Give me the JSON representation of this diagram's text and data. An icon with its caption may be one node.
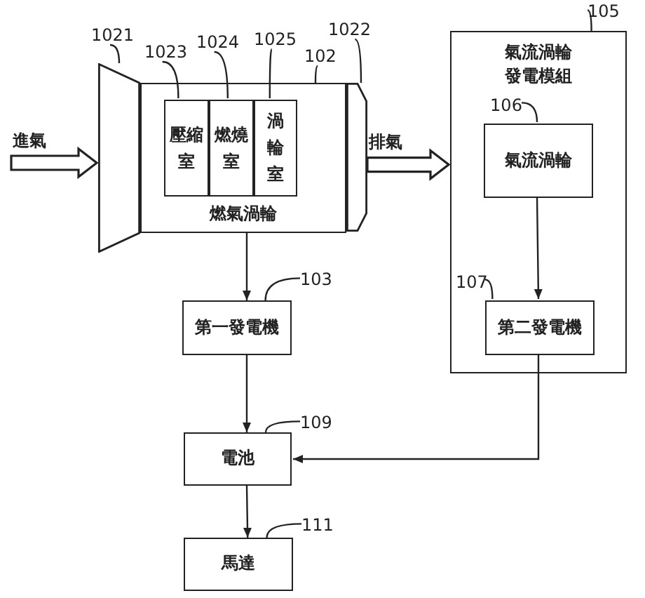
{
  "diagram": {
    "nodes": [
      {
        "text": [
          "燃氣渦輪"
        ]
      },
      {
        "text": [
          "壓縮室"
        ],
        "in": 0
      },
      {
        "text": [
          "燃燒室"
        ],
        "in": 0
      },
      {
        "text": [
          "渦輪室"
        ],
        "in": 0
      },
      {
        "text": [],
        "shape": "trapezoid"
      },
      {
        "text": [],
        "shape": "trapezoid"
      },
      {
        "text": [
          "第一發電機"
        ]
      },
      {
        "text": [
          "氣流渦輪發電模組"
        ]
      },
      {
        "text": [
          "氣流渦輪"
        ],
        "in": 7
      },
      {
        "text": [
          "第二發電機"
        ],
        "in": 7
      },
      {
        "text": [
          "電池"
        ]
      },
      {
        "text": [
          "馬達"
        ]
      },
      {
        "text": [
          "1021"
        ]
      },
      {
        "text": [
          "1023"
        ]
      },
      {
        "text": [
          "1024"
        ]
      },
      {
        "text": [
          "1025"
        ]
      },
      {
        "text": [
          "102"
        ]
      },
      {
        "text": [
          "1022"
        ]
      },
      {
        "text": [
          "103"
        ]
      },
      {
        "text": [
          "105"
        ]
      },
      {
        "text": [
          "106"
        ],
        "in": 7
      },
      {
        "text": [
          "107"
        ],
        "in": 7
      },
      {
        "text": [
          "109"
        ]
      },
      {
        "text": [
          "111"
        ]
      }
    ],
    "edges": [
      {
        "from": null,
        "to": 4,
        "arrow": "to",
        "label": "進氣",
        "style": "thick"
      },
      {
        "from": 5,
        "to": 7,
        "arrow": "to",
        "label": "排氣",
        "style": "thick"
      },
      {
        "from": 0,
        "to": 6,
        "arrow": "to"
      },
      {
        "from": 6,
        "to": 10,
        "arrow": "to"
      },
      {
        "from": 8,
        "to": 9,
        "arrow": "to"
      },
      {
        "from": 9,
        "to": 10,
        "arrow": "to"
      },
      {
        "from": 10,
        "to": 11,
        "arrow": "to"
      },
      {
        "from": 12,
        "to": 4,
        "arrow": "none"
      },
      {
        "from": 13,
        "to": 1,
        "arrow": "none"
      },
      {
        "from": 14,
        "to": 2,
        "arrow": "none"
      },
      {
        "from": 15,
        "to": 3,
        "arrow": "none"
      },
      {
        "from": 16,
        "to": 0,
        "arrow": "none"
      },
      {
        "from": 17,
        "to": 5,
        "arrow": "none"
      },
      {
        "from": 18,
        "to": 6,
        "arrow": "none"
      },
      {
        "from": 19,
        "to": 7,
        "arrow": "none"
      },
      {
        "from": 20,
        "to": 8,
        "arrow": "none"
      },
      {
        "from": 21,
        "to": 9,
        "arrow": "none"
      },
      {
        "from": 22,
        "to": 10,
        "arrow": "none"
      },
      {
        "from": 23,
        "to": 11,
        "arrow": "none"
      }
    ]
  }
}
